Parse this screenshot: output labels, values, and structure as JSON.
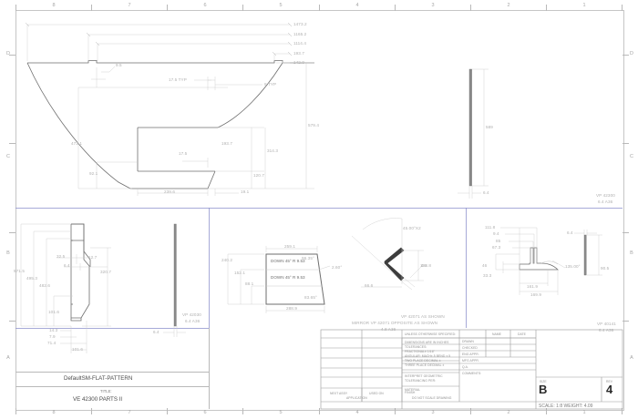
{
  "sheet": {
    "zones_top": [
      "8",
      "7",
      "6",
      "5",
      "4",
      "3",
      "2",
      "1"
    ],
    "zones_bottom": [
      "8",
      "7",
      "6",
      "5",
      "4",
      "3",
      "2",
      "1"
    ],
    "zones_left": [
      "D",
      "C",
      "B",
      "A"
    ],
    "zones_right": [
      "D",
      "C",
      "B",
      "A"
    ]
  },
  "views": {
    "top_profile": {
      "label": "VP 42300",
      "material": "6.4 A36",
      "dims": [
        "1473.2",
        "1165.2",
        "1114.4",
        "193.7",
        "142.9",
        "9.5",
        "17.5 TYP",
        "8 TYP",
        "473.1",
        "92.1",
        "17.5",
        "193.7",
        "314.3",
        "120.7",
        "579.4",
        "239.6",
        "19.1"
      ]
    },
    "edge_view": {
      "label": "VP 42300",
      "material": "6.4 A36",
      "dims": [
        "589",
        "6.4"
      ]
    },
    "flat_pattern": {
      "label": "VP 42030",
      "material": "6.4 A36",
      "dims": [
        "571.5",
        "495.3",
        "482.6",
        "101.6",
        "14.3",
        "7.9",
        "71.4",
        "32.5",
        "12.7",
        "6.4",
        "320.7",
        "101.6",
        "6.4"
      ]
    },
    "bend_flat": {
      "dims": [
        "259.1",
        "288.9",
        "240.2",
        "152.1",
        "88.1",
        "96.35°",
        "83.65°",
        "2.60°"
      ],
      "notes": [
        "DOWN  45°  R 9.53",
        "DOWN  45°  R 9.53"
      ]
    },
    "bend_formed": {
      "label_line1": "VP 42071 AS SHOWN",
      "label_line2": "MIRROR VP 42071  OPPOSITE AS SHOWN",
      "material": "4.8 A36",
      "dims": [
        "45.00°X2",
        "192.8",
        "66.6",
        "4.8"
      ]
    },
    "extrusion": {
      "label": "VP 40141",
      "material": "6.4 A36",
      "dims": [
        "111.8",
        "9.4",
        "85",
        "67.3",
        "46",
        "33.3",
        "161.9",
        "169.9",
        "135.00°",
        "6.4",
        "90.5"
      ]
    }
  },
  "titleblock": {
    "config_name": "DefaultSM-FLAT-PATTERN",
    "title_label": "TITLE:",
    "title_value": "VE 42300 PARTS II",
    "unless": "UNLESS OTHERWISE SPECIFIED:",
    "tolerance_lines": [
      "DIMENSIONS ARE IN INCHES",
      "TOLERANCES:",
      "FRACTIONAL± 1/16\"",
      "ANGULAR: MACH±.5 BEND ±.5",
      "TWO PLACE DECIMAL    ±",
      "THREE PLACE DECIMAL  ±"
    ],
    "interpret_line1": "INTERPRET GEOMETRIC",
    "interpret_line2": "TOLERANCING PER:",
    "material_label": "MATERIAL",
    "finish_label": "FINISH",
    "next_assy": "NEXT ASSY",
    "used_on": "USED ON",
    "application": "APPLICATION",
    "do_not_scale": "DO NOT SCALE DRAWING",
    "name_col": "NAME",
    "date_col": "DATE",
    "approval_rows": [
      "DRAWN",
      "CHECKED",
      "ENG APPR.",
      "MFG APPR.",
      "Q.A.",
      "COMMENTS:"
    ],
    "size_label": "SIZE",
    "size_value": "B",
    "rev_label": "REV",
    "rev_value": "4",
    "scale_weight": "SCALE: 1:8   WEIGHT: 4.09"
  },
  "colors": {
    "line": "#b9b9b9",
    "dark_line": "#6e6e6e",
    "accent_blue": "#8a8ecb",
    "text": "#9a9a9a"
  }
}
